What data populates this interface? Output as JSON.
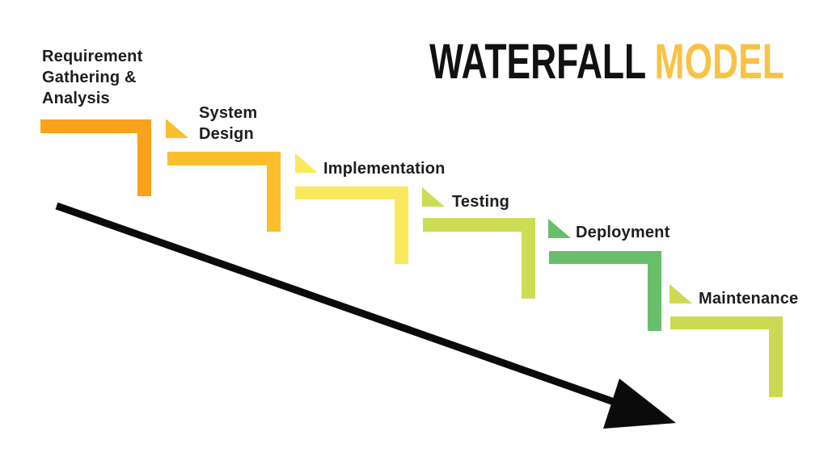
{
  "title": {
    "primary": "WATERFALL",
    "accent": "MODEL",
    "primary_color": "#111111",
    "accent_color": "#F8C345"
  },
  "stages": [
    {
      "name": "Requirement Gathering & Analysis",
      "lines": [
        "Requirement",
        "Gathering &",
        "Analysis"
      ],
      "color": "#F9A21B"
    },
    {
      "name": "System Design",
      "lines": [
        "System",
        "Design"
      ],
      "color": "#FCBE2D"
    },
    {
      "name": "Implementation",
      "lines": [
        "Implementation"
      ],
      "color": "#F9EA5D"
    },
    {
      "name": "Testing",
      "lines": [
        "Testing"
      ],
      "color": "#CCDD55"
    },
    {
      "name": "Deployment",
      "lines": [
        "Deployment"
      ],
      "color": "#68BE6B"
    },
    {
      "name": "Maintenance",
      "lines": [
        "Maintenance"
      ],
      "color": "#CBDA52"
    }
  ],
  "arrow": {
    "color": "#0B0B0B"
  },
  "label_color": "#1D1D1F",
  "background_color": "#FFFFFF"
}
